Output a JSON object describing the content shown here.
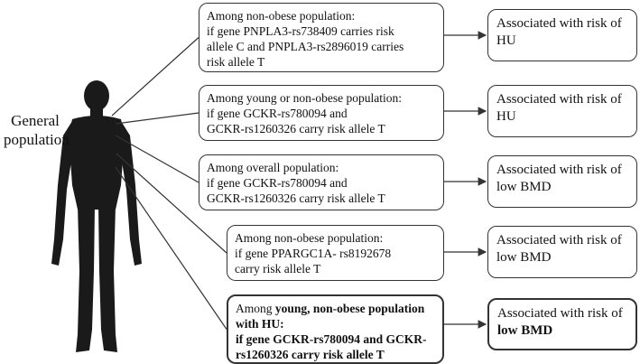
{
  "person_label": [
    "General",
    "population"
  ],
  "rows": [
    {
      "condition": [
        [
          {
            "t": "Among non-obese population:"
          }
        ],
        [
          {
            "t": "if gene PNPLA3-rs738409 carries risk"
          }
        ],
        [
          {
            "t": "allele C and PNPLA3-rs2896019 carries"
          }
        ],
        [
          {
            "t": "risk allele T"
          }
        ]
      ],
      "outcome": [
        [
          {
            "t": "Associated with risk of"
          }
        ],
        [
          {
            "t": "HU"
          }
        ]
      ]
    },
    {
      "condition": [
        [
          {
            "t": "Among young or non-obese population:"
          }
        ],
        [
          {
            "t": "if gene GCKR-rs780094 and"
          }
        ],
        [
          {
            "t": "GCKR-rs1260326 carry risk allele T"
          }
        ]
      ],
      "outcome": [
        [
          {
            "t": "Associated with risk of"
          }
        ],
        [
          {
            "t": "HU"
          }
        ]
      ]
    },
    {
      "condition": [
        [
          {
            "t": "Among overall population:"
          }
        ],
        [
          {
            "t": "if gene GCKR-rs780094 and"
          }
        ],
        [
          {
            "t": "GCKR-rs1260326 carry risk allele T"
          }
        ]
      ],
      "outcome": [
        [
          {
            "t": "Associated with risk of"
          }
        ],
        [
          {
            "t": "low BMD"
          }
        ]
      ]
    },
    {
      "condition": [
        [
          {
            "t": "Among non-obese population:"
          }
        ],
        [
          {
            "t": "if gene PPARGC1A- rs8192678"
          }
        ],
        [
          {
            "t": "carry risk allele T"
          }
        ]
      ],
      "outcome": [
        [
          {
            "t": "Associated with risk of"
          }
        ],
        [
          {
            "t": "low BMD"
          }
        ]
      ]
    },
    {
      "emphasis": true,
      "condition": [
        [
          {
            "t": "Among "
          },
          {
            "t": "young, non-obese population",
            "b": true
          }
        ],
        [
          {
            "t": "with HU:",
            "b": true
          }
        ],
        [
          {
            "t": "if gene GCKR-rs780094 and GCKR-",
            "b": true
          }
        ],
        [
          {
            "t": "rs1260326 carry risk allele T",
            "b": true
          }
        ]
      ],
      "outcome": [
        [
          {
            "t": "Associated with risk of"
          }
        ],
        [
          {
            "t": "low BMD",
            "b": true
          }
        ]
      ]
    }
  ],
  "colors": {
    "line": "#333333",
    "figure": "#1a1a1a"
  }
}
